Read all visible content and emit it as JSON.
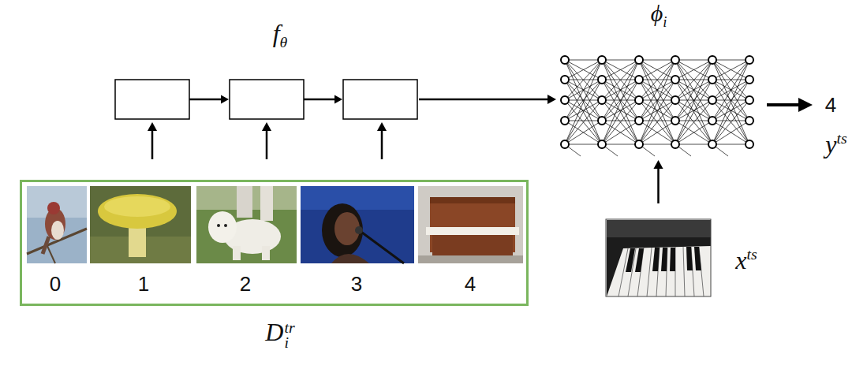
{
  "diagram": {
    "nodes": [
      {
        "text": [
          "fθ"
        ]
      },
      {
        "text": [
          "0",
          "1",
          "2",
          "3",
          "4",
          "Ditr"
        ]
      },
      {
        "text": [
          "ϕi"
        ]
      },
      {
        "text": [
          "xts"
        ]
      }
    ],
    "edges": [
      {
        "from": 1,
        "to": 0,
        "arrow": "to"
      },
      {
        "from": 0,
        "to": 2,
        "arrow": "to"
      },
      {
        "from": 3,
        "to": 2,
        "arrow": "to"
      }
    ],
    "labels": [
      "4",
      "yts"
    ]
  }
}
